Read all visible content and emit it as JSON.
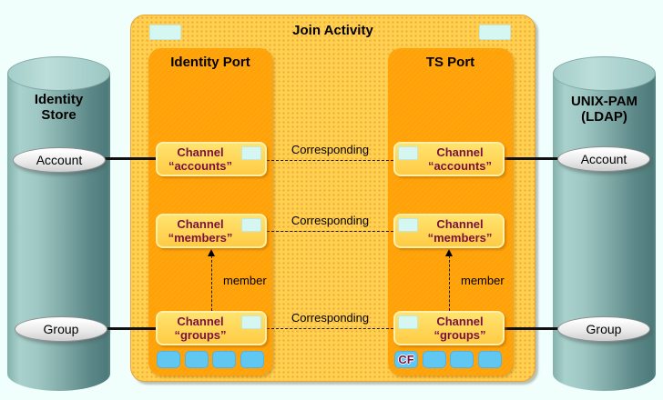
{
  "palette": {
    "background": "#F0FFFC",
    "activity_fill": "#FFD14E",
    "activity_dot": "#EFA63E",
    "port_fill": "#FFA208",
    "channel_fill_top": "#FFE36E",
    "channel_fill_bottom": "#FFCB45",
    "channel_text": "#7A1040",
    "cyan_marker": "#D6F7F1",
    "chip_blue": "#5FC7F1",
    "cylinder_light": "#A9D1CC",
    "cylinder_dark": "#4D7A7A",
    "connector": "#111111"
  },
  "activity": {
    "title": "Join Activity"
  },
  "stores": {
    "left": {
      "name_line1": "Identity",
      "name_line2": "Store",
      "entities": [
        "Account",
        "Group"
      ]
    },
    "right": {
      "name_line1": "UNIX-PAM",
      "name_line2": "(LDAP)",
      "entities": [
        "Account",
        "Group"
      ]
    }
  },
  "ports": [
    {
      "title": "Identity Port",
      "channels": [
        {
          "line1": "Channel",
          "line2": "“accounts”"
        },
        {
          "line1": "Channel",
          "line2": "“members”"
        },
        {
          "line1": "Channel",
          "line2": "“groups”"
        }
      ],
      "chips": [
        "",
        "",
        "",
        ""
      ]
    },
    {
      "title": "TS Port",
      "channels": [
        {
          "line1": "Channel",
          "line2": "“accounts”"
        },
        {
          "line1": "Channel",
          "line2": "“members”"
        },
        {
          "line1": "Channel",
          "line2": "“groups”"
        }
      ],
      "chips": [
        "CF",
        "",
        "",
        ""
      ]
    }
  ],
  "links": {
    "corresponding": [
      "Corresponding",
      "Corresponding",
      "Corresponding"
    ],
    "member": [
      "member",
      "member"
    ]
  }
}
